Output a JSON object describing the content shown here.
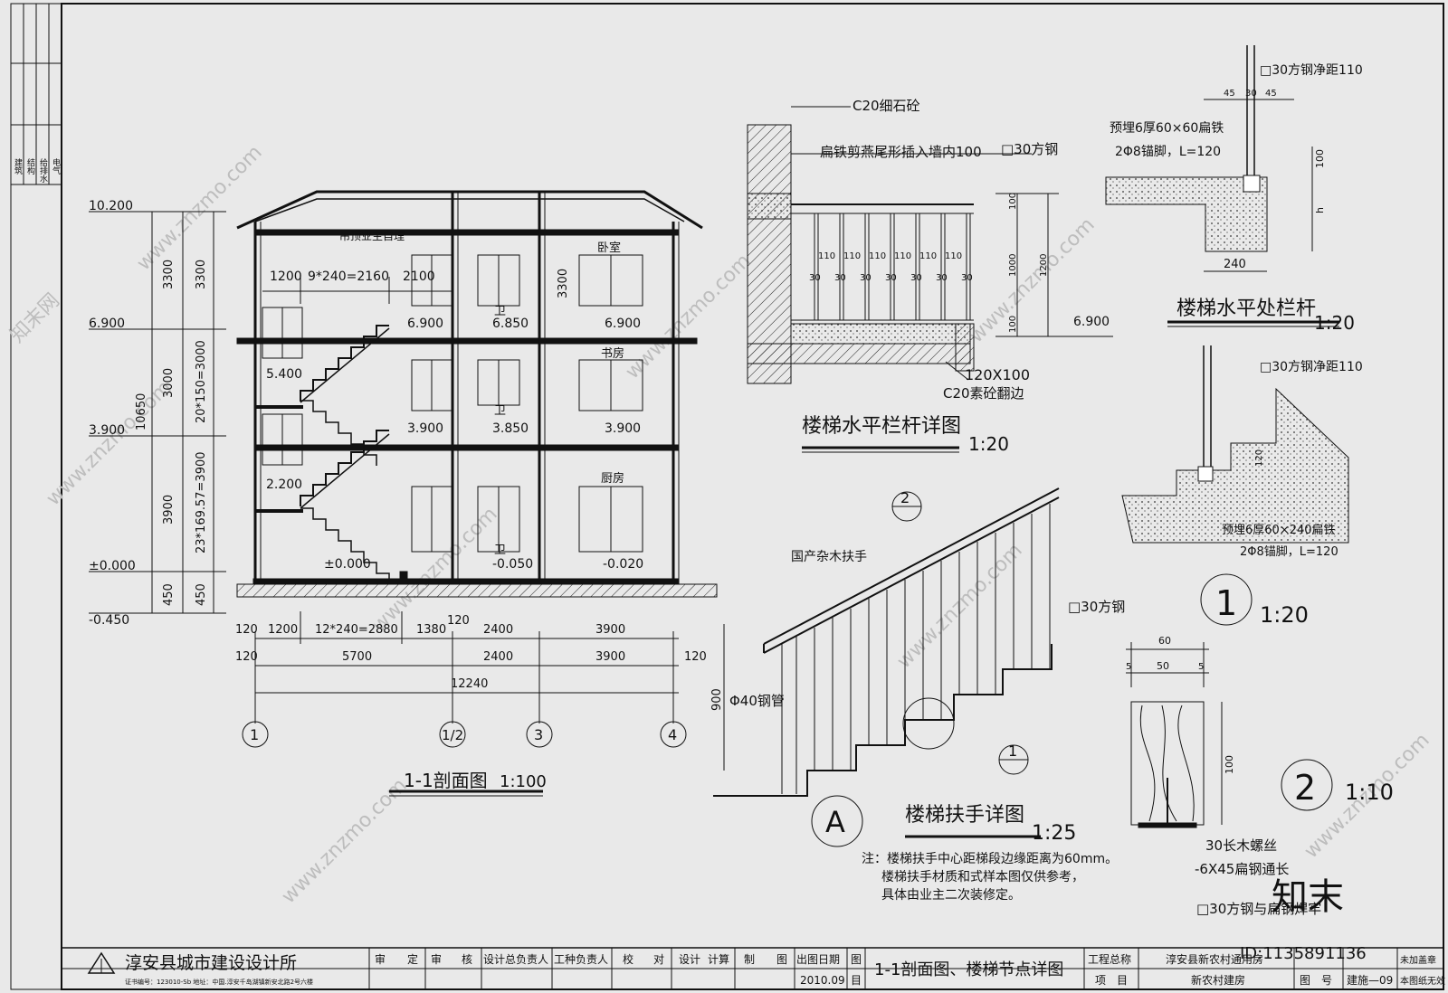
{
  "sidebar": {
    "disciplines": [
      "建筑",
      "结构",
      "给排水",
      "电气"
    ]
  },
  "section": {
    "title": "1-1剖面图",
    "scale": "1:100",
    "ceiling_note": "吊顶业主自理",
    "rooms": {
      "bedroom": "卧室",
      "study": "书房",
      "kitchen": "厨房",
      "toilet": "卫"
    },
    "levels_left": [
      "10.200",
      "6.900",
      "3.900",
      "±0.000",
      "-0.450"
    ],
    "dims_outer": [
      "3300",
      "3000",
      "3900",
      "450",
      "10650"
    ],
    "dims_inner": [
      "3300",
      "20*150=3000",
      "23*169.57=3900",
      "450"
    ],
    "floor_marks": [
      "6.900",
      "6.850",
      "6.900",
      "3.900",
      "3.850",
      "3.900",
      "±0.000",
      "-0.050",
      "-0.020"
    ],
    "landing_marks": [
      "5.400",
      "2.200"
    ],
    "stair_dims": [
      "1200",
      "9*240=2160",
      "2100",
      "3300"
    ],
    "dims_row1": [
      "120",
      "1200",
      "12*240=2880",
      "1380",
      "120",
      "2400",
      "3900"
    ],
    "dims_row2": [
      "120",
      "5700",
      "2400",
      "3900",
      "120"
    ],
    "dims_total": "12240",
    "axes": [
      "1",
      "1/2",
      "3",
      "4"
    ]
  },
  "railing": {
    "title": "楼梯水平栏杆详图",
    "scale": "1:20",
    "notes": [
      "C20细石砼",
      "扁铁剪燕尾形插入墙内100",
      "□30方钢",
      "120X100",
      "C20素砼翻边"
    ],
    "spacing": [
      "110",
      "110",
      "110",
      "110",
      "110",
      "110"
    ],
    "bars": [
      "30",
      "30",
      "30",
      "30",
      "30",
      "30",
      "30"
    ],
    "dims": [
      "100",
      "1000",
      "100",
      "1200"
    ],
    "level": "6.900"
  },
  "detail_top": {
    "title": "楼梯水平处栏杆",
    "scale": "1:20",
    "notes": [
      "□30方钢净距110",
      "预埋6厚60×60扁铁",
      "2Φ8锚脚，L=120"
    ],
    "dims": [
      "45",
      "30",
      "45",
      "100",
      "h",
      "240"
    ]
  },
  "detail1": {
    "notes": [
      "□30方钢净距110",
      "预埋6厚60×240扁铁",
      "2Φ8锚脚，L=120",
      "120"
    ],
    "mark": "1",
    "scale": "1:20"
  },
  "handrail": {
    "title": "楼梯扶手详图",
    "scale": "1:25",
    "notes": [
      "国产杂木扶手",
      "□30方钢",
      "Φ40钢管",
      "900"
    ],
    "marks": [
      "2",
      "1",
      "A"
    ],
    "remarks": [
      "注：楼梯扶手中心距梯段边缘距离为60mm。",
      "楼梯扶手材质和式样本图仅供参考，",
      "具体由业主二次装修定。"
    ]
  },
  "detail2": {
    "dims": [
      "60",
      "5",
      "50",
      "5",
      "100"
    ],
    "notes": [
      "30长木螺丝",
      "-6X45扁钢通长",
      "□30方钢与扁钢焊牢"
    ],
    "mark": "2",
    "scale": "1:10"
  },
  "titleblock": {
    "company": "淳安县城市建设设计所",
    "cert": "证书编号：123010-Sb   地址：中国.淳安千岛湖镇新安北路2号六楼",
    "roles": [
      "审",
      "定",
      "审",
      "核",
      "设计总负责人",
      "工种负责人",
      "校",
      "对",
      "设计",
      "计算",
      "制",
      "图"
    ],
    "date_label": "出图日期",
    "date": "2010.09",
    "drawing_label": "图",
    "drawing_label2": "目",
    "drawing_title": "1-1剖面图、楼梯节点详图",
    "project_label": "工程总称",
    "item_label": "项　目",
    "project_name": "淳安县新农村通用房",
    "item_name": "新农村建房",
    "number_label": "图　号",
    "number": "建施—09",
    "stamp_note": "未加盖章",
    "stamp_note2": "本图纸无效",
    "id_stamp": "ID:1135891136"
  },
  "watermarks": [
    "www.znzmo.com",
    "知末网",
    "知末"
  ]
}
